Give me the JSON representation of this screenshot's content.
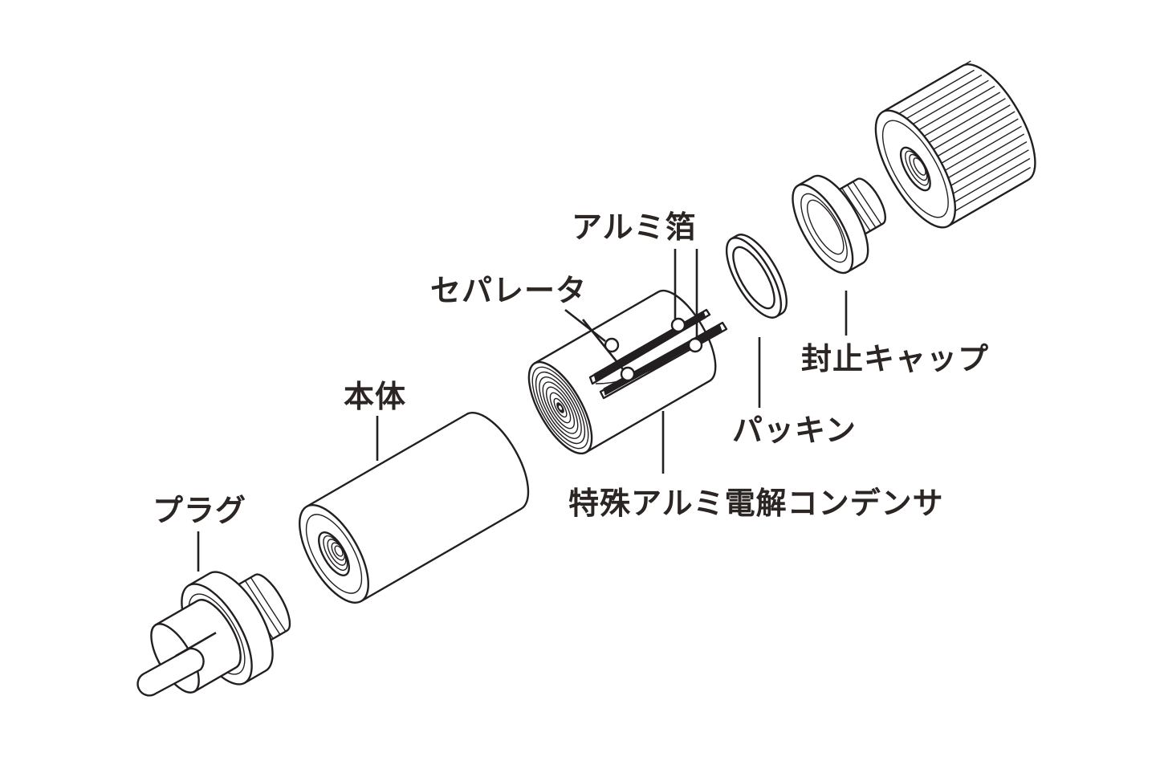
{
  "labels": {
    "aluminum_foil": "アルミ箔",
    "separator": "セパレータ",
    "sealing_cap": "封止キャップ",
    "packing": "パッキン",
    "body": "本体",
    "capacitor": "特殊アルミ電解コンデンサ",
    "plug": "プラグ"
  },
  "colors": {
    "line": "#231f20",
    "text": "#2b2523",
    "background": "#ffffff"
  }
}
